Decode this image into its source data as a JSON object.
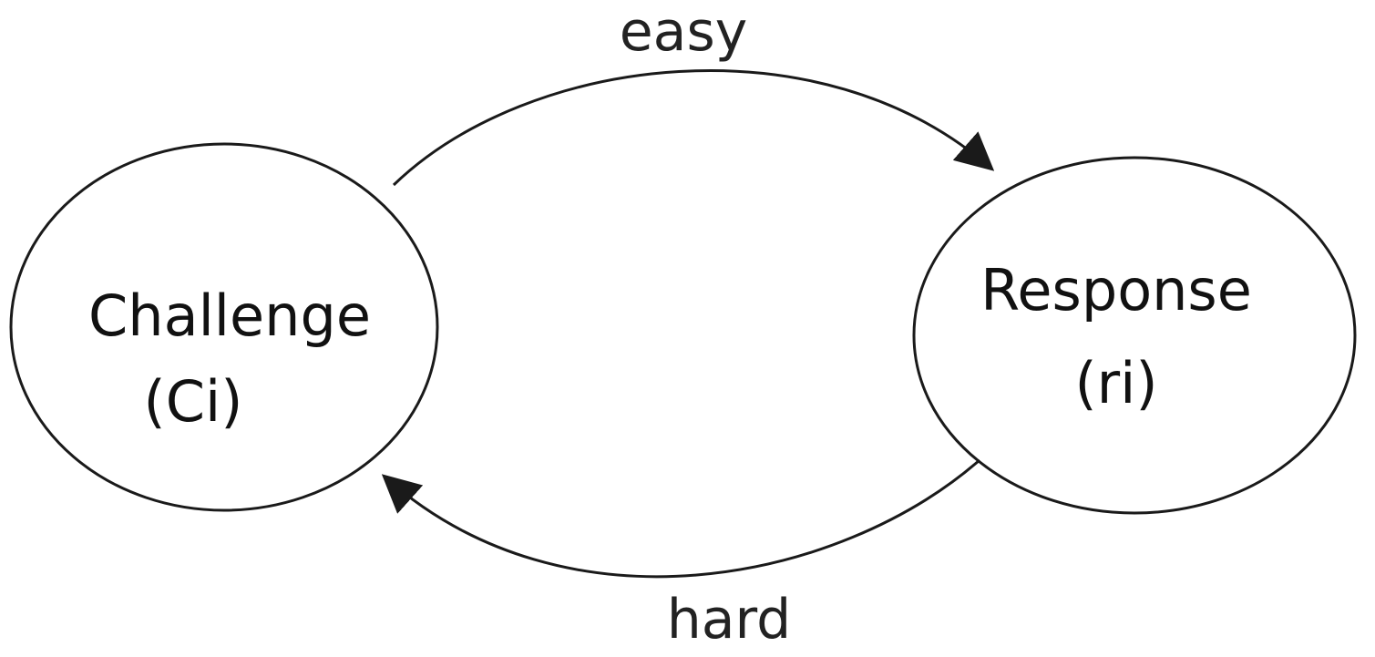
{
  "diagram": {
    "nodes": {
      "challenge": {
        "label": "Challenge",
        "sublabel": "(Ci)"
      },
      "response": {
        "label": "Response",
        "sublabel": "(ri)"
      }
    },
    "edges": {
      "easy": {
        "label": "easy",
        "from": "challenge",
        "to": "response"
      },
      "hard": {
        "label": "hard",
        "from": "response",
        "to": "challenge"
      }
    },
    "colors": {
      "stroke": "#1a1a1a",
      "text": "#111111",
      "background": "#ffffff"
    }
  }
}
